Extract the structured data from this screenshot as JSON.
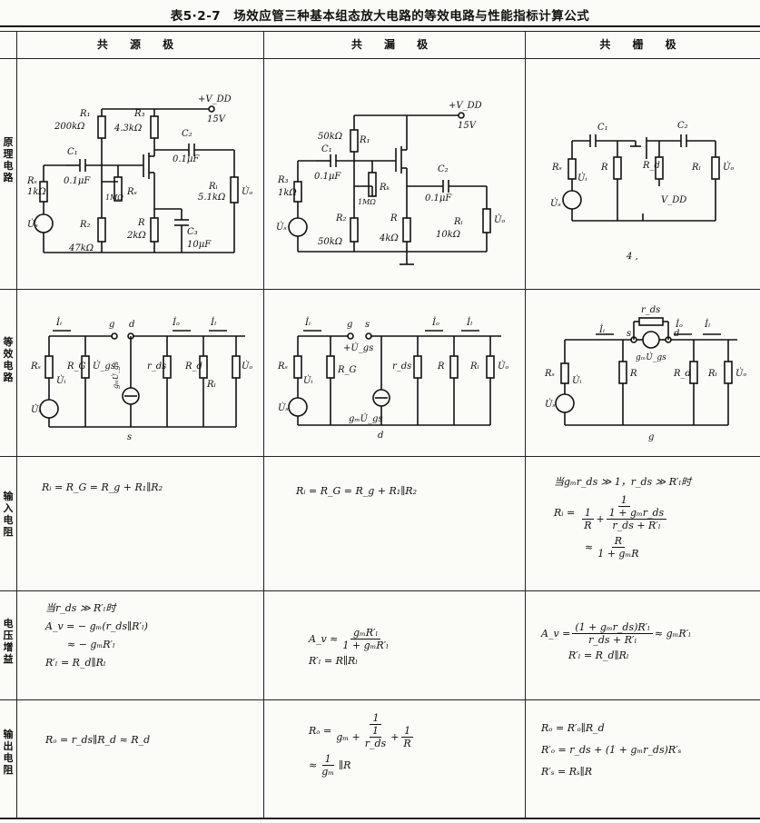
{
  "title": "表5·2-7　场效应管三种基本组态放大电路的等效电路与性能指标计算公式",
  "columns": [
    "共 源 极",
    "共 漏 极",
    "共 栅 极"
  ],
  "rows": [
    "原理电路",
    "等效电路",
    "输入电阻",
    "电压增益",
    "输出电阻"
  ],
  "circuits": {
    "cs": {
      "R1": "R₁",
      "R1v": "200kΩ",
      "R3": "R₃",
      "R3v": "4.3kΩ",
      "C1": "C₁",
      "C1v": "0.1μF",
      "C2": "C₂",
      "C2v": "0.1μF",
      "RG": "1MΩ",
      "Rg": "Rₛ",
      "Rs": "Rₛ",
      "Rsv": "1kΩ",
      "R2": "R₂",
      "R2v": "47kΩ",
      "R4": "R",
      "R4v": "2kΩ",
      "C3": "C₃",
      "C3v": "10μF",
      "RL": "Rₗ",
      "RLv": "5.1kΩ",
      "Uo": "U̇ₒ",
      "Us": "U̇ₛ",
      "Vdd": "+V_DD",
      "Vddv": "15V"
    },
    "cd": {
      "R1v": "50kΩ",
      "R1": "R₁",
      "C1": "C₁",
      "C1v": "0.1μF",
      "R3": "R₃",
      "R3v": "1kΩ",
      "RG": "1MΩ",
      "Rg": "Rₖ",
      "R2": "R₂",
      "R2v": "50kΩ",
      "R4v": "4kΩ",
      "R4": "R",
      "C2": "C₂",
      "C2v": "0.1μF",
      "RL": "Rₗ",
      "RLv": "10kΩ",
      "Uo": "U̇ₒ",
      "Us": "U̇ₛ",
      "Vdd": "+V_DD",
      "Vddv": "15V"
    },
    "cg": {
      "C1": "C₁",
      "C2": "C₂",
      "Rs": "Rₛ",
      "R": "R",
      "Rd": "R_d",
      "RL": "Rₗ",
      "Ui": "U̇ᵢ",
      "Us": "U̇ₛ",
      "Uo": "U̇ₒ",
      "Vdd": "V_DD",
      "mark": "4 ,"
    }
  },
  "equiv": {
    "cs": {
      "Ii": "İᵢ",
      "Io": "İₒ",
      "IL": "İₗ",
      "g": "g",
      "d": "d",
      "s": "s",
      "Rs": "Rₛ",
      "RG": "R_G",
      "Ugs": "U̇_gs",
      "Ui": "U̇ᵢ",
      "gm": "gₘU̇_gs",
      "rds": "r_ds",
      "Rd": "R_d",
      "RL": "Rₗ",
      "Uo": "U̇ₒ",
      "Us": "U̇ₛ"
    },
    "cd": {
      "Ii": "İᵢ",
      "Io": "İₒ",
      "IL": "İₗ",
      "g": "g",
      "s": "s",
      "d": "d",
      "Ugs": "+U̇_gs",
      "Rs": "Rₛ",
      "Ui": "U̇ᵢ",
      "RG": "R_G",
      "rds": "r_ds",
      "R": "R",
      "RL": "Rₗ",
      "Uo": "U̇ₒ",
      "gm": "gₘU̇_gs",
      "Us": "U̇ₛ"
    },
    "cg": {
      "rds": "r_ds",
      "Ii": "İᵢ",
      "Io": "İₒ",
      "IL": "İₗ",
      "s": "s",
      "d": "d",
      "gm": "gₘU̇_gs",
      "Rs": "Rₛ",
      "Ui": "U̇ᵢ",
      "R": "R",
      "Rd": "R_d",
      "RL": "Rₗ",
      "Uo": "U̇ₒ",
      "Us": "U̇ₛ",
      "g": "g"
    }
  },
  "input_resistance": {
    "cs": "Rᵢ = R_G = R_g + R₁∥R₂",
    "cd": "Rᵢ = R_G = R_g + R₁∥R₂",
    "cg_cond": "当gₘr_ds ≫ 1，r_ds ≫ R′ₗ时",
    "cg_lhs": "Rᵢ =",
    "cg_num": "1",
    "cg_d1": "1",
    "cg_d2": "R",
    "cg_n2": "1 + gₘr_ds",
    "cg_dd2": "r_ds + R′ₗ",
    "cg_approx_num": "R",
    "cg_approx_den": "1 + gₘR"
  },
  "voltage_gain": {
    "cs_cond": "当r_ds ≫ R′ₗ时",
    "cs_1": "A_v = − gₘ(r_ds∥R′ₗ)",
    "cs_2": "≈ − gₘR′ₗ",
    "cs_3": "R′ₗ = R_d∥Rₗ",
    "cd_lhs": "A_v ≈",
    "cd_num": "gₘR′ₗ",
    "cd_den": "1 + gₘR′ₗ",
    "cd_2": "R′ₗ = R∥Rₗ",
    "cg_lhs": "A_v =",
    "cg_num": "(1 + gₘr_ds)R′ₗ",
    "cg_den": "r_ds + R′ₗ",
    "cg_tail": "≈ gₘR′ₗ",
    "cg_2": "R′ₗ = R_d∥Rₗ"
  },
  "output_resistance": {
    "cs": "Rₒ = r_ds∥R_d ≈ R_d",
    "cd_lhs": "Rₒ =",
    "cd_num": "1",
    "cd_d1": "gₘ +",
    "cd_f1n": "1",
    "cd_f1d": "r_ds",
    "cd_f2n": "1",
    "cd_f2d": "R",
    "cd_approx": "≈",
    "cd_an": "1",
    "cd_ad": "gₘ",
    "cd_tail": "∥R",
    "cg_1": "Rₒ = R′ₒ∥R_d",
    "cg_2": "R′ₒ = r_ds + (1 + gₘr_ds)R′ₛ",
    "cg_3": "R′ₛ = Rₛ∥R"
  }
}
